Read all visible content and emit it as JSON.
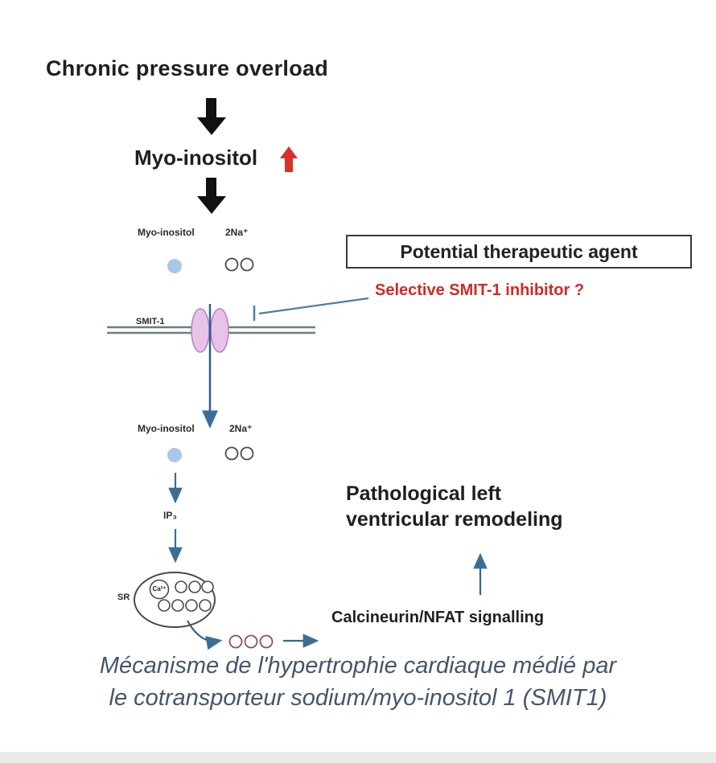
{
  "labels": {
    "title": "Chronic pressure overload",
    "myo_inositol_main": "Myo-inositol",
    "myo_inositol_top": "Myo-inositol",
    "na_top": "2Na⁺",
    "smit1": "SMIT-1",
    "therapeutic_agent": "Potential therapeutic agent",
    "inhibitor": "Selective SMIT-1 inhibitor ?",
    "myo_inositol_bottom": "Myo-inositol",
    "na_bottom": "2Na⁺",
    "ip3": "IP₃",
    "sr": "SR",
    "ca": "Ca²⁺",
    "calcineurin": "Calcineurin/NFAT signalling",
    "remodeling_line1": "Pathological left",
    "remodeling_line2": "ventricular remodeling"
  },
  "caption": {
    "line1": "Mécanisme de l'hypertrophie cardiaque médié par",
    "line2": "le cotransporteur sodium/myo-inositol 1 (SMIT1)"
  },
  "colors": {
    "text_black": "#1f1f1f",
    "red_accent": "#cf2b25",
    "blue_arrow": "#3b6e96",
    "light_blue_dot": "#a9c7e6",
    "transporter_fill": "#e8c3e8",
    "transporter_border": "#b77fc4",
    "membrane_line": "#6e7f7f",
    "circle_outline": "#4a4a4a",
    "released_ca_outline": "#8f5252",
    "caption_text": "#44566b"
  }
}
